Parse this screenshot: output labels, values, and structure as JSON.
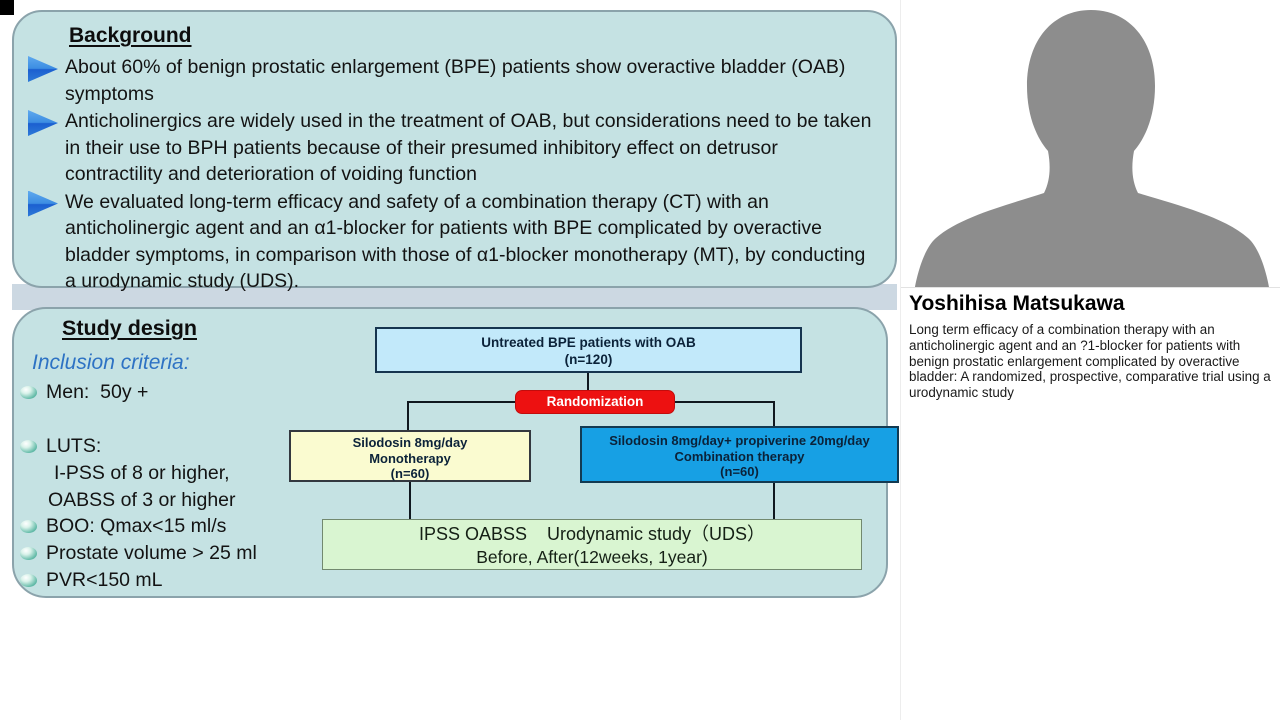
{
  "slide": {
    "background": {
      "title": "Background",
      "bullets": [
        "About 60% of benign prostatic enlargement (BPE) patients show overactive bladder (OAB) symptoms",
        "Anticholinergics are widely used in the treatment of OAB, but considerations need to be taken in their use to BPH patients because of their presumed inhibitory effect on detrusor contractility and deterioration of voiding function",
        "We evaluated long-term efficacy and safety of a combination therapy (CT) with an anticholinergic agent and an α1-blocker for patients with BPE complicated by overactive bladder symptoms, in comparison with those of α1-blocker monotherapy (MT), by conducting a urodynamic study (UDS)."
      ]
    },
    "study_design": {
      "title": "Study design",
      "inclusion_label": "Inclusion criteria:",
      "criteria": [
        {
          "bullet": true,
          "text": "Men:  50y +"
        },
        {
          "bullet": true,
          "text": "LUTS:"
        },
        {
          "bullet": false,
          "text": "I-PSS of 8 or higher,"
        },
        {
          "bullet": false,
          "text": "OABSS of 3 or higher"
        },
        {
          "bullet": true,
          "text": "BOO: Qmax<15 ml/s"
        },
        {
          "bullet": true,
          "text": "Prostate volume > 25 ml"
        },
        {
          "bullet": true,
          "text": "PVR<150 mL"
        }
      ],
      "flowchart": {
        "top_box": {
          "line1": "Untreated BPE patients with OAB",
          "line2": "(n=120)"
        },
        "randomization": {
          "label": "Randomization"
        },
        "mono_box": {
          "line1": "Silodosin 8mg/day",
          "line2": "Monotherapy",
          "line3": "(n=60)"
        },
        "combo_box": {
          "line1": "Silodosin 8mg/day+ propiverine 20mg/day",
          "line2": "Combination therapy",
          "line3": "(n=60)"
        },
        "outcome_box": {
          "line1": "IPSS OABSS    Urodynamic study（UDS）",
          "line2": "Before, After(12weeks, 1year)"
        }
      }
    }
  },
  "speaker": {
    "name": "Yoshihisa Matsukawa",
    "abstract": "Long term efficacy of a combination therapy with an anticholinergic agent and an ?1-blocker for patients with benign prostatic enlargement complicated by overactive bladder: A randomized, prospective, comparative trial using a urodynamic study"
  },
  "colors": {
    "slide_panel_fill": "#c5e2e3",
    "slide_panel_border": "#8ba3ab",
    "gap_band": "#ccd8e2",
    "inclusion_blue": "#2d72c4",
    "arrow_blue_top": "#5fa9ef",
    "arrow_blue_bottom": "#1b5fd0",
    "flow_top_box": "#c2e9fa",
    "randomization_red": "#ed1111",
    "mono_yellow": "#fafbd0",
    "combo_blue": "#17a0e4",
    "outcome_green": "#d9f5d1",
    "avatar_gray": "#8d8d8d"
  }
}
